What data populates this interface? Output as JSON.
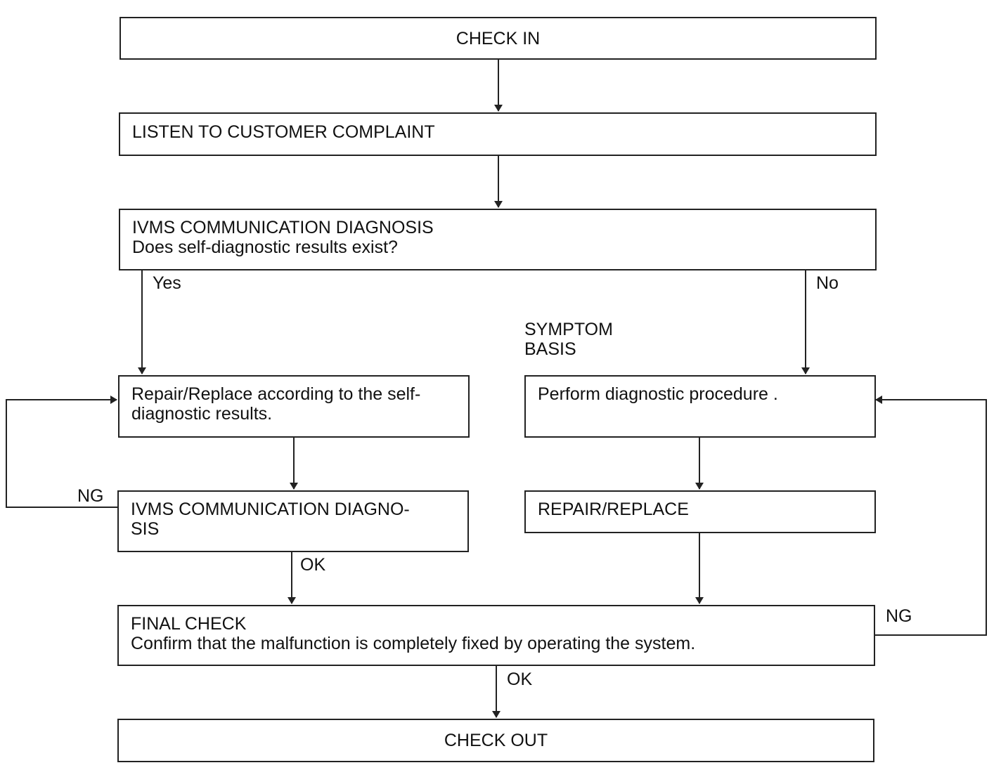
{
  "flowchart": {
    "check_in": "CHECK IN",
    "listen": "LISTEN TO CUSTOMER COMPLAINT",
    "ivms_diag": {
      "title": "IVMS COMMUNICATION DIAGNOSIS",
      "question": "Does self-diagnostic results exist?"
    },
    "yes_label": "Yes",
    "no_label": "No",
    "symptom_basis": {
      "line1": "SYMPTOM",
      "line2": "BASIS"
    },
    "repair_self_diag": {
      "line1": "Repair/Replace according to the self-",
      "line2": "diagnostic results."
    },
    "perform_diag": "Perform diagnostic procedure .",
    "ivms_diag_retry": {
      "line1": "IVMS COMMUNICATION DIAGNO-",
      "line2": "SIS"
    },
    "repair_replace": "REPAIR/REPLACE",
    "ng_left": "NG",
    "ok_mid": "OK",
    "final_check": {
      "title": "FINAL CHECK",
      "text": "Confirm that the malfunction is completely fixed by operating the system."
    },
    "ng_right": "NG",
    "ok_bottom": "OK",
    "check_out": "CHECK OUT"
  }
}
